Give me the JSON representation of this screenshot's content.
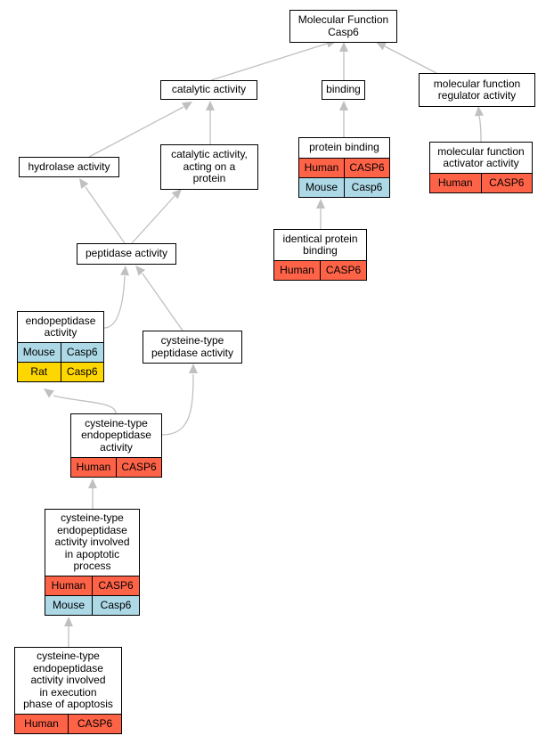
{
  "colors": {
    "human": "#ff6347",
    "mouse": "#add8e6",
    "rat": "#ffd700",
    "edge": "#c0c0c0"
  },
  "nodes": {
    "molecular_function": {
      "title": "Molecular Function\nCasp6",
      "rows": []
    },
    "catalytic_activity": {
      "title": "catalytic activity",
      "rows": []
    },
    "binding": {
      "title": "binding",
      "rows": []
    },
    "mf_regulator": {
      "title": "molecular function\nregulator activity",
      "rows": []
    },
    "hydrolase": {
      "title": "hydrolase activity",
      "rows": []
    },
    "catalytic_on_protein": {
      "title": "catalytic activity,\nacting on a\nprotein",
      "rows": []
    },
    "protein_binding": {
      "title": "protein binding",
      "rows": [
        {
          "species": "Human",
          "gene": "CASP6",
          "cls": "human"
        },
        {
          "species": "Mouse",
          "gene": "Casp6",
          "cls": "mouse"
        }
      ]
    },
    "mf_activator": {
      "title": "molecular function\nactivator activity",
      "rows": [
        {
          "species": "Human",
          "gene": "CASP6",
          "cls": "human"
        }
      ]
    },
    "peptidase": {
      "title": "peptidase activity",
      "rows": []
    },
    "identical_protein_binding": {
      "title": "identical protein\nbinding",
      "rows": [
        {
          "species": "Human",
          "gene": "CASP6",
          "cls": "human"
        }
      ]
    },
    "endopeptidase": {
      "title": "endopeptidase\nactivity",
      "rows": [
        {
          "species": "Mouse",
          "gene": "Casp6",
          "cls": "mouse"
        },
        {
          "species": "Rat",
          "gene": "Casp6",
          "cls": "rat"
        }
      ]
    },
    "cysteine_peptidase": {
      "title": "cysteine-type\npeptidase activity",
      "rows": []
    },
    "cysteine_endopeptidase": {
      "title": "cysteine-type\nendopeptidase\nactivity",
      "rows": [
        {
          "species": "Human",
          "gene": "CASP6",
          "cls": "human"
        }
      ]
    },
    "cysteine_endo_apoptotic": {
      "title": "cysteine-type\nendopeptidase\nactivity involved\nin apoptotic\nprocess",
      "rows": [
        {
          "species": "Human",
          "gene": "CASP6",
          "cls": "human"
        },
        {
          "species": "Mouse",
          "gene": "Casp6",
          "cls": "mouse"
        }
      ]
    },
    "cysteine_endo_execution": {
      "title": "cysteine-type\nendopeptidase\nactivity involved\nin execution\nphase of apoptosis",
      "rows": [
        {
          "species": "Human",
          "gene": "CASP6",
          "cls": "human"
        }
      ]
    }
  }
}
